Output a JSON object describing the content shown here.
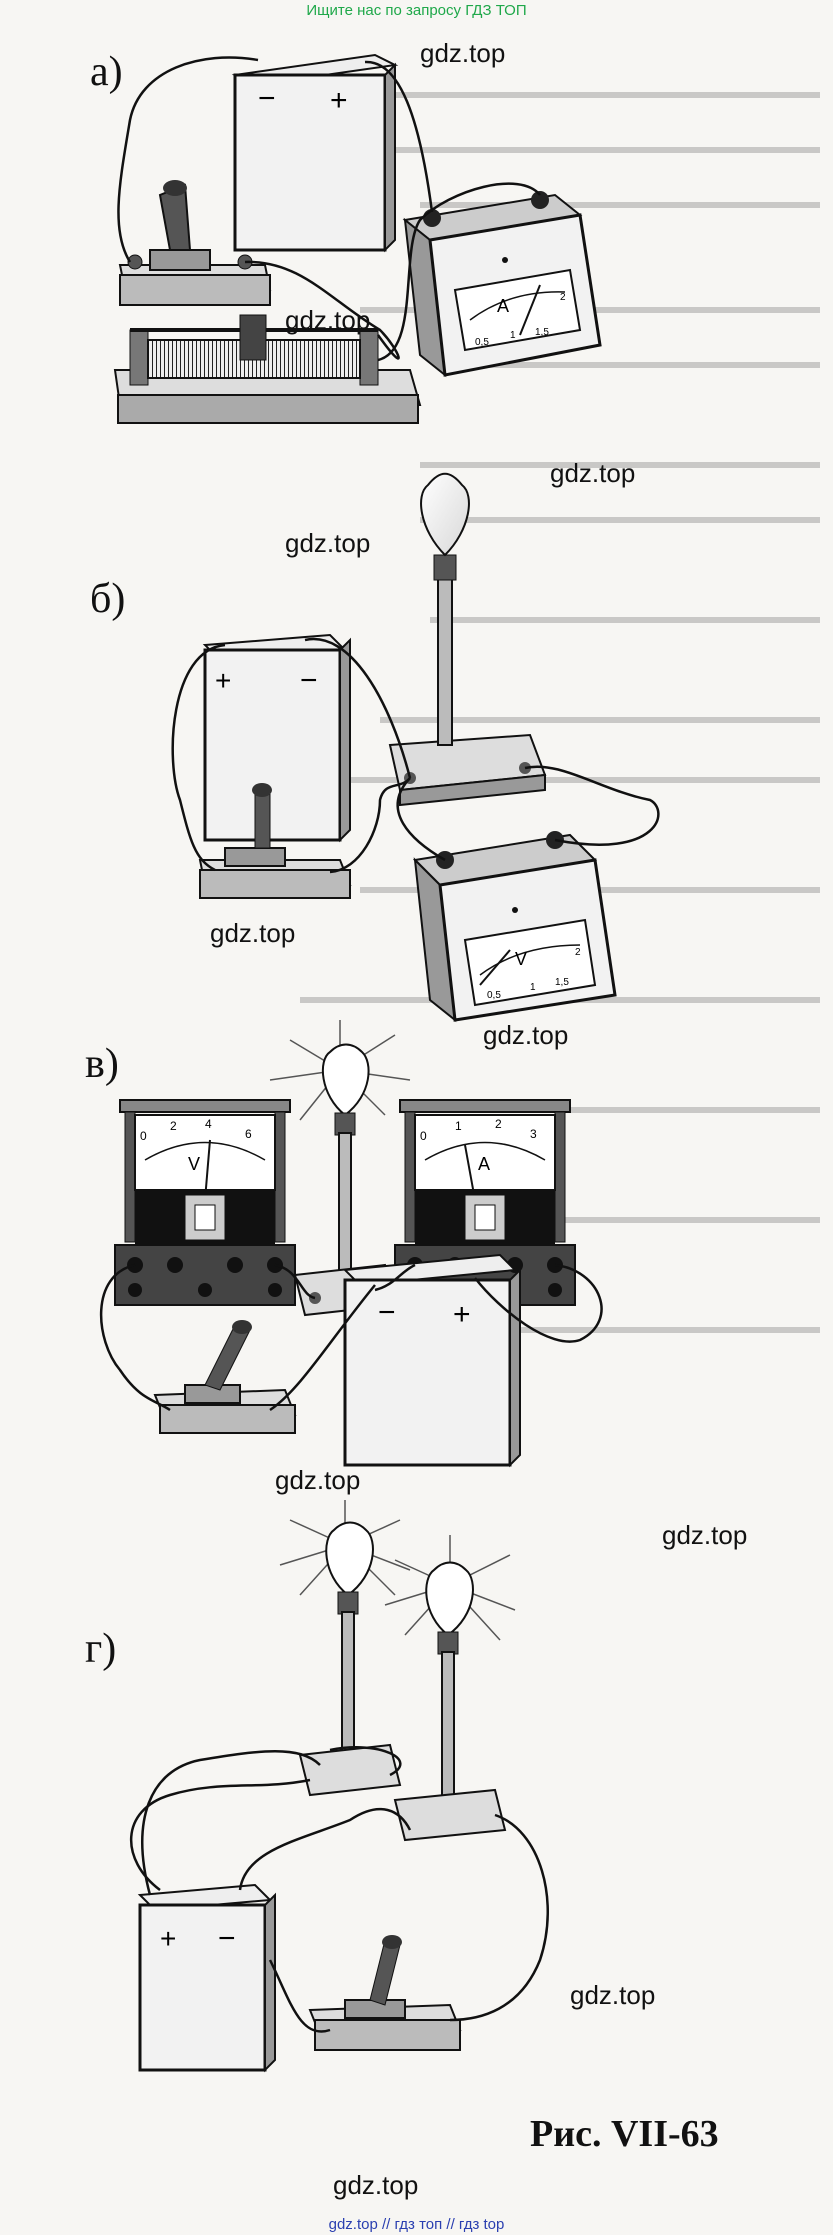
{
  "banner_top": "Ищите нас по запросу ГДЗ ТОП",
  "banner_bottom": "gdz.top // гдз топ // гдз top",
  "watermarks": [
    "gdz.top",
    "gdz.top",
    "gdz.top",
    "gdz.top",
    "gdz.top",
    "gdz.top",
    "gdz.top",
    "gdz.top",
    "gdz.top",
    "gdz.top"
  ],
  "panels": {
    "a": "а)",
    "b": "б)",
    "v": "в)",
    "g": "г)"
  },
  "caption": "Рис. VII-63",
  "instruments": {
    "ammeter_a": {
      "letter": "A",
      "scale": [
        "0,5",
        "1",
        "1,5",
        "2"
      ]
    },
    "voltmeter_b": {
      "letter": "V",
      "scale": [
        "0,5",
        "1",
        "1,5",
        "2"
      ]
    },
    "voltmeter_v": {
      "letter": "V",
      "scale": [
        "0",
        "2",
        "4",
        "6"
      ]
    },
    "ammeter_v": {
      "letter": "A",
      "scale": [
        "0",
        "1",
        "2",
        "3"
      ]
    }
  },
  "battery_signs": {
    "minus": "−",
    "plus": "+"
  }
}
